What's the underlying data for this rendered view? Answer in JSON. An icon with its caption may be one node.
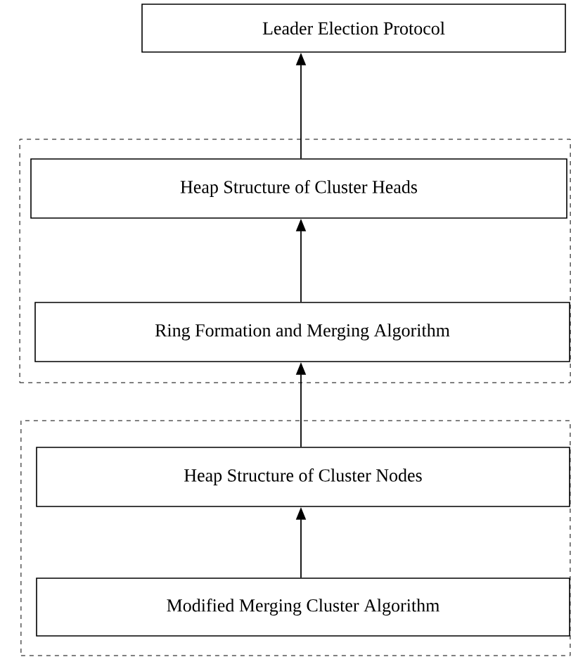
{
  "diagram": {
    "nodes": [
      {
        "text": [
          "Leader Election Protocol"
        ]
      },
      {
        "text": [],
        "shape": "box"
      },
      {
        "text": [
          "Heap Structure of Cluster Heads"
        ],
        "in": 1
      },
      {
        "text": [
          "Ring Formation and Merging Algorithm"
        ],
        "in": 1
      },
      {
        "text": [],
        "shape": "box"
      },
      {
        "text": [
          "Heap Structure of Cluster Nodes"
        ],
        "in": 4
      },
      {
        "text": [
          "Modified Merging Cluster Algorithm"
        ],
        "in": 4
      }
    ],
    "edges": [
      {
        "from": 2,
        "to": 0,
        "arrow": "to"
      },
      {
        "from": 3,
        "to": 2,
        "arrow": "to"
      },
      {
        "from": 5,
        "to": 3,
        "arrow": "to"
      },
      {
        "from": 6,
        "to": 5,
        "arrow": "to"
      }
    ]
  }
}
